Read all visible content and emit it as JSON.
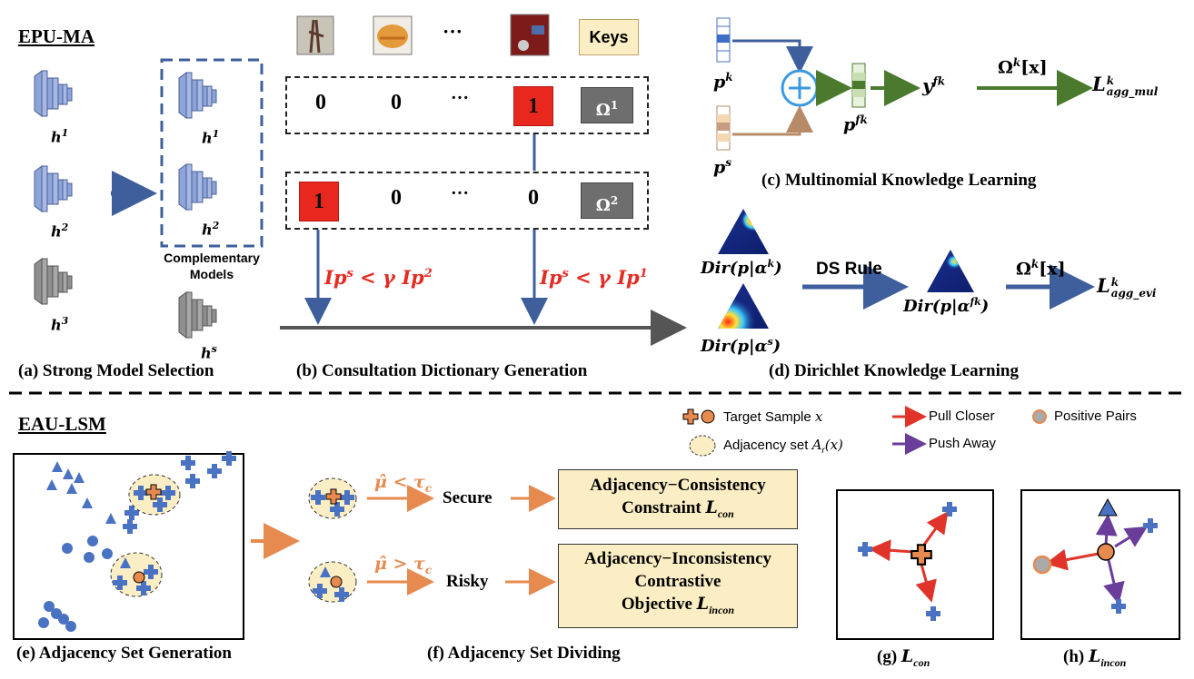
{
  "top_section": {
    "title": "EPU-MA",
    "panel_a": {
      "models": [
        "h",
        "h",
        "h"
      ],
      "model_sup": [
        "1",
        "2",
        "3"
      ],
      "complementary_models": [
        "h",
        "h"
      ],
      "complementary_sup": [
        "1",
        "2"
      ],
      "complementary_label_1": "Complementary",
      "complementary_label_2": "Models",
      "student": "h",
      "student_sup": "s",
      "caption": "(a) Strong Model Selection"
    },
    "panel_b": {
      "ellipsis": "···",
      "keys_label": "Keys",
      "row1": [
        "0",
        "0",
        "···",
        "1"
      ],
      "row1_omega": "Ω",
      "row1_omega_sup": "1",
      "row2": [
        "1",
        "0",
        "···",
        "0"
      ],
      "row2_omega": "Ω",
      "row2_omega_sup": "2",
      "cond_left": "Ip",
      "cond_left_sup": "s",
      "cond_left_rest": " < γ Ip",
      "cond_left_sup2": "2",
      "cond_right": "Ip",
      "cond_right_sup": "s",
      "cond_right_rest": " < γ Ip",
      "cond_right_sup2": "1",
      "caption": "(b) Consultation Dictionary Generation"
    },
    "panel_c": {
      "pk": "p",
      "pk_sup": "k",
      "ps": "p",
      "ps_sup": "s",
      "pfk": "p",
      "pfk_sup": "fk",
      "yfk": "y",
      "yfk_sup": "fk",
      "omega_x": "Ω",
      "omega_x_sup": "k",
      "omega_x_rest": "[x]",
      "loss": "L",
      "loss_sup": "k",
      "loss_sub": "agg_mul",
      "caption": "(c) Multinomial Knowledge Learning"
    },
    "panel_d": {
      "dir_k": "Dir(p|α",
      "dir_k_sup": "k",
      "dir_s": "Dir(p|α",
      "dir_s_sup": "s",
      "dir_fk": "Dir(p|α",
      "dir_fk_sup": "fk",
      "close_paren": ")",
      "ds_rule": "DS Rule",
      "omega_x": "Ω",
      "omega_x_sup": "k",
      "omega_x_rest": "[x]",
      "loss": "L",
      "loss_sup": "k",
      "loss_sub": "agg_evi",
      "caption": "(d) Dirichlet Knowledge Learning"
    }
  },
  "bottom_section": {
    "title": "EAU-LSM",
    "legend": {
      "target": "Target Sample ",
      "target_var": "x",
      "adjacency": "Adjacency set ",
      "adjacency_var": "A",
      "adjacency_sub": "r",
      "adjacency_rest": "(x)",
      "pull": "Pull Closer",
      "push": "Push Away",
      "positive": "Positive Pairs"
    },
    "panel_e": {
      "caption": "(e) Adjacency Set Generation"
    },
    "panel_f": {
      "secure_cond": "μ̂ < τ",
      "secure_cond_sub": "c",
      "risky_cond": "μ̂ > τ",
      "risky_cond_sub": "c",
      "secure": "Secure",
      "risky": "Risky",
      "box1_line1": "Adjacency−Consistency",
      "box1_line2": "Constraint ",
      "box1_var": "L",
      "box1_sub": "con",
      "box2_line1": "Adjacency−Inconsistency",
      "box2_line2": "Contrastive",
      "box2_line3": "Objective ",
      "box2_var": "L",
      "box2_sub": "incon",
      "caption": "(f) Adjacency Set Dividing"
    },
    "panel_g": {
      "caption": "(g) ",
      "var": "L",
      "sub": "con"
    },
    "panel_h": {
      "caption": "(h) ",
      "var": "L",
      "sub": "incon"
    }
  },
  "colors": {
    "blue_model": "#8ea3d8",
    "gray_model": "#9a9a9a",
    "blue_arrow": "#3f5f9c",
    "orange": "#e68a4f",
    "red_text": "#e32c24",
    "panel_c_bg": "#dfe3f3",
    "panel_d_bg": "#f8e2d3",
    "box_yellow": "#fbeec4",
    "marker_blue": "#4a72c2",
    "pull_red": "#e0342a",
    "push_purple": "#6a3d9a"
  }
}
